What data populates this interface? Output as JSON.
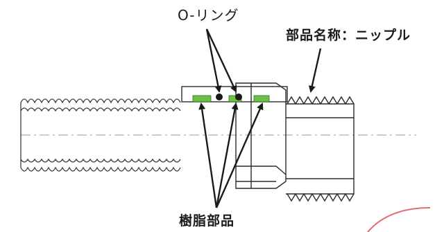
{
  "labels": {
    "o_ring": "O-リング",
    "part_name": "部品名称：ニップル",
    "resin_part": "樹脂部品"
  },
  "colors": {
    "line": "#2b2b2b",
    "resin_green": "#6cc04a",
    "stamp_red": "#e06a75"
  }
}
